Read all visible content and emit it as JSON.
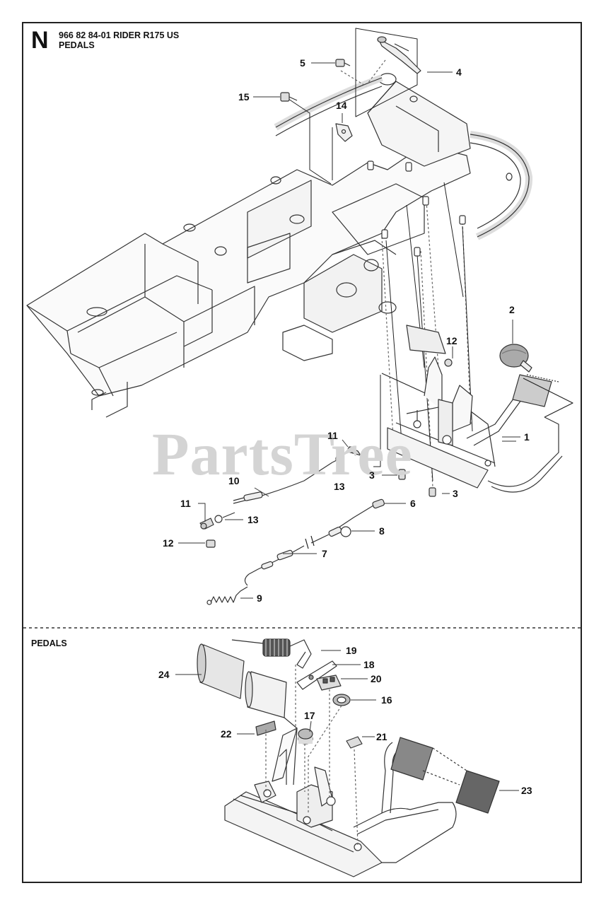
{
  "header": {
    "section_letter": "N",
    "title": "966 82 84-01 RIDER R175 US",
    "subtitle": "PEDALS"
  },
  "lower_section_title": "PEDALS",
  "watermark": "PartsTree",
  "callouts": {
    "c1": "1",
    "c2": "2",
    "c3a": "3",
    "c3b": "3",
    "c4": "4",
    "c5": "5",
    "c6": "6",
    "c7": "7",
    "c8": "8",
    "c9": "9",
    "c10": "10",
    "c11a": "11",
    "c11b": "11",
    "c12a": "12",
    "c12b": "12",
    "c13a": "13",
    "c13b": "13",
    "c14": "14",
    "c15": "15",
    "c16": "16",
    "c17": "17",
    "c18": "18",
    "c19": "19",
    "c20": "20",
    "c21": "21",
    "c22": "22",
    "c23": "23",
    "c24": "24"
  }
}
